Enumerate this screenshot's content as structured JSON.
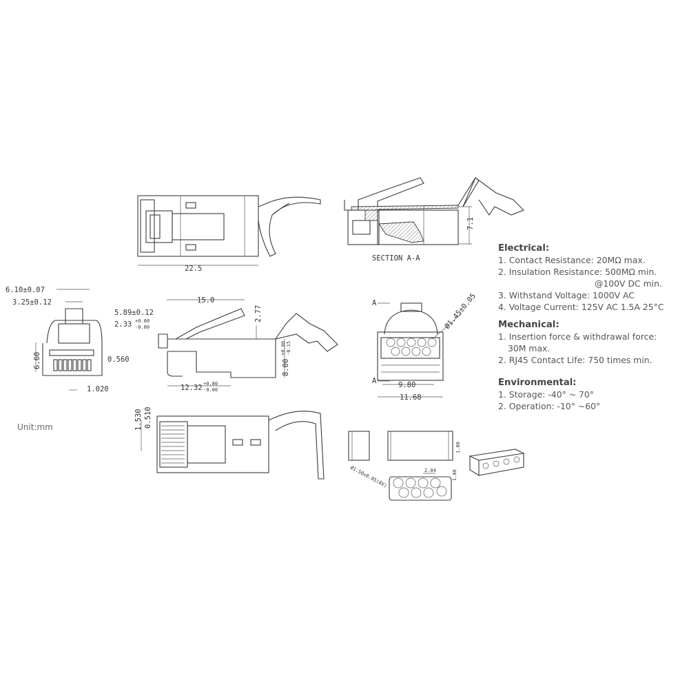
{
  "drawing": {
    "unit_label": "Unit:mm",
    "section_label": "SECTION  A-A",
    "top_view": {
      "length": "22.5"
    },
    "section_view": {
      "height": "7.1"
    },
    "front_view": {
      "width_outer": "6.10±0.07",
      "width_latch": "3.25±0.12",
      "height": "6.60",
      "contact_width": "0.560",
      "contact_pitch": "1.020"
    },
    "side_view": {
      "length": "15.0",
      "latch_pos": "5.89±0.12",
      "latch_offset": "2.33",
      "latch_offset_tol_plus": "+0.00",
      "latch_offset_tol_minus": "-0.80",
      "latch_height": "2.77",
      "body_length": "12.32",
      "body_length_tol_plus": "+0.80",
      "body_length_tol_minus": "-0.00",
      "height": "8.00",
      "height_tol_plus": "+0.00",
      "height_tol_minus": "-0.15"
    },
    "rear_view": {
      "section_marker_top": "A",
      "section_marker_bottom": "A",
      "hole_diameter": "Ø1.45±0.05",
      "inner_width": "9.80",
      "outer_width": "11.68"
    },
    "bottom_view": {
      "dim_a": "1.530",
      "dim_b": "0.510"
    },
    "load_bar": {
      "height": "1.00",
      "pitch": "2.04",
      "row_offset": "1.00",
      "hole_diameter": "Ø1.50±0.05(8X)"
    }
  },
  "specs": {
    "electrical": {
      "title": "Electrical:",
      "items": [
        "1. Contact Resistance: 20MΩ max.",
        "2. Insulation Resistance: 500MΩ min.",
        "@100V DC min.",
        "3. Withstand Voltage: 1000V AC",
        "4. Voltage Current: 125V AC 1.5A 25°C"
      ]
    },
    "mechanical": {
      "title": "Mechanical:",
      "items": [
        "1. Insertion force & withdrawal force:",
        "30M max.",
        "2. RJ45 Contact Life: 750 times min."
      ]
    },
    "environmental": {
      "title": "Environmental:",
      "items": [
        "1. Storage: -40° ~ 70°",
        "2. Operation: -10° ~60°"
      ]
    }
  }
}
